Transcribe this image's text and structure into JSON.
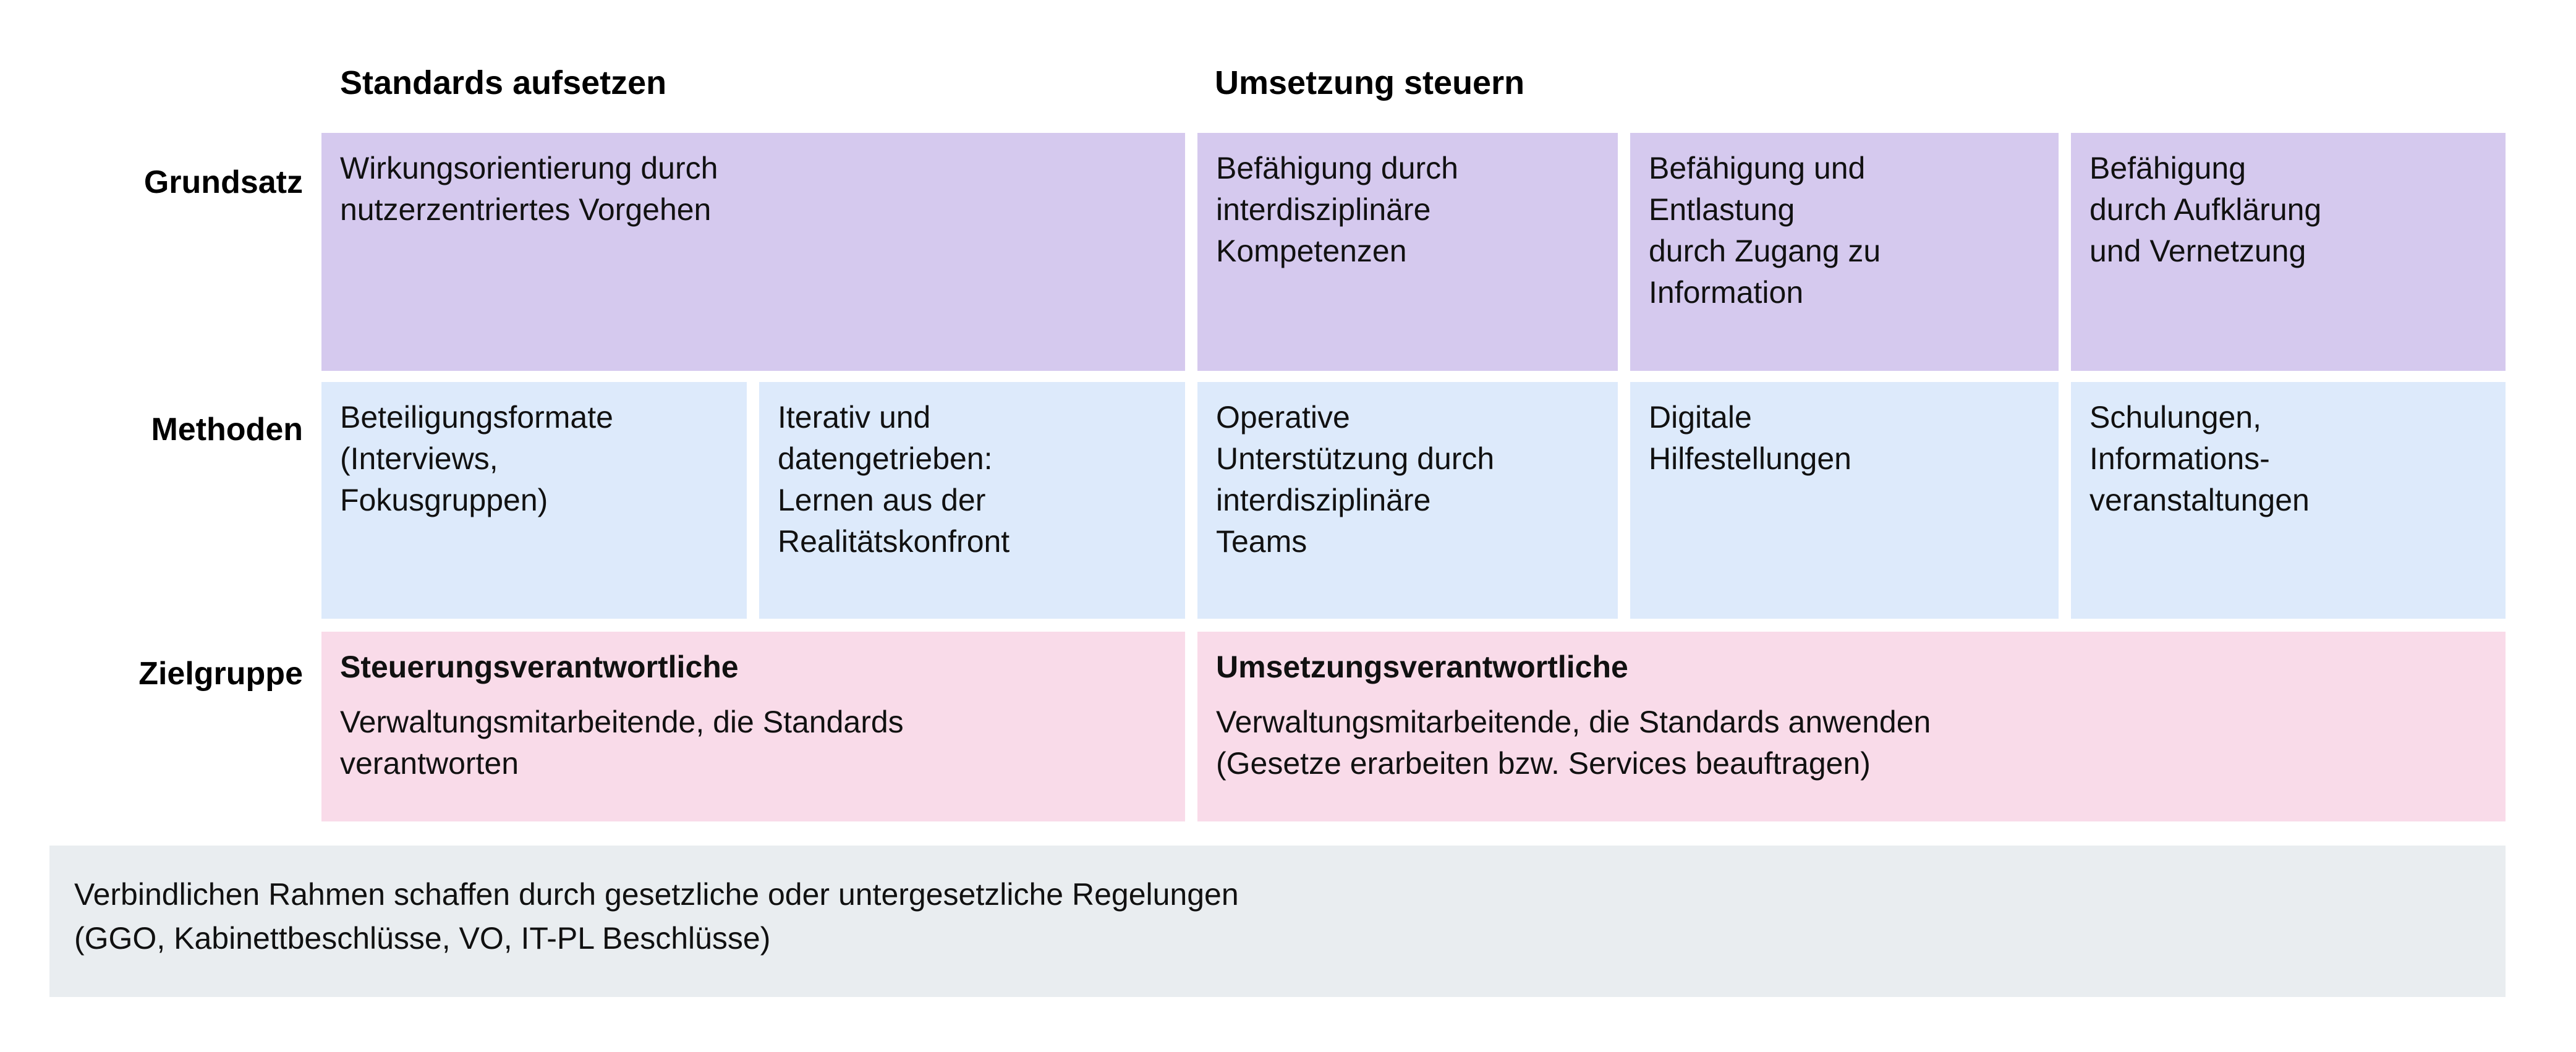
{
  "colors": {
    "grundsatz_band": "#d5c9ee",
    "methoden_band": "#ddeafb",
    "zielgruppe_band": "#f9dbe9",
    "footer_band": "#e9edf0",
    "text": "#111111",
    "page_background": "#ffffff"
  },
  "column_groups": [
    {
      "label": "Standards aufsetzen"
    },
    {
      "label": "Umsetzung steuern"
    }
  ],
  "row_labels": [
    {
      "label": "Grundsatz"
    },
    {
      "label": "Methoden"
    },
    {
      "label": "Zielgruppe"
    }
  ],
  "rows": {
    "grundsatz": {
      "label": "Grundsatz",
      "cells": [
        {
          "text": "Wirkungsorientierung durch\nnutzerzentriertes Vorgehen"
        },
        {
          "text": "Befähigung durch\ninterdisziplinäre\nKompetenzen"
        },
        {
          "text": "Befähigung und\nEntlastung\ndurch Zugang zu\nInformation"
        },
        {
          "text": "Befähigung\ndurch Aufklärung\nund Vernetzung"
        }
      ]
    },
    "methoden": {
      "label": "Methoden",
      "cells": [
        {
          "text": "Beteiligungsformate\n(Interviews,\nFokusgruppen)"
        },
        {
          "text": "Iterativ und\ndatengetrieben:\nLernen aus der\nRealitätskonfront"
        },
        {
          "text": "Operative\nUnterstützung durch\ninterdisziplinäre\nTeams"
        },
        {
          "text": "Digitale\nHilfestellungen"
        },
        {
          "text": "Schulungen,\nInformations-\nveranstaltungen"
        }
      ]
    },
    "zielgruppe": {
      "label": "Zielgruppe",
      "cells": [
        {
          "title": "Steuerungsverantwortliche",
          "body": "Verwaltungsmitarbeitende, die Standards\nverantworten"
        },
        {
          "title": "Umsetzungsverantwortliche",
          "body": "Verwaltungsmitarbeitende, die Standards anwenden\n(Gesetze erarbeiten bzw. Services beauftragen)"
        }
      ]
    }
  },
  "footer": {
    "text": "Verbindlichen Rahmen schaffen durch gesetzliche oder untergesetzliche Regelungen\n(GGO, Kabinettbeschlüsse, VO, IT-PL Beschlüsse)"
  }
}
